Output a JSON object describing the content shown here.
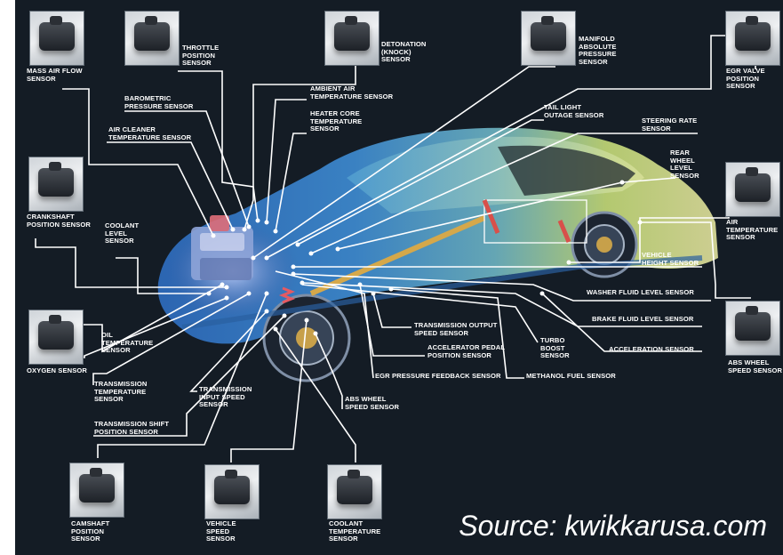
{
  "labels": {
    "mass_air_flow": "MASS AIR FLOW\nSENSOR",
    "throttle_position": "THROTTLE\nPOSITION\nSENSOR",
    "detonation": "DETONATION\n(KNOCK)\nSENSOR",
    "manifold_pressure": "MANIFOLD\nABSOLUTE\nPRESSURE\nSENSOR",
    "egr_valve": "EGR VALVE\nPOSITION\nSENSOR",
    "barometric": "BAROMETRIC\nPRESSURE SENSOR",
    "ambient_air": "AMBIENT AIR\nTEMPERATURE SENSOR",
    "heater_core": "HEATER CORE\nTEMPERATURE\nSENSOR",
    "tail_light": "TAIL LIGHT\nOUTAGE SENSOR",
    "steering_rate": "STEERING RATE\nSENSOR",
    "air_cleaner": "AIR CLEANER\nTEMPERATURE SENSOR",
    "rear_wheel_level": "REAR\nWHEEL\nLEVEL\nSENSOR",
    "crankshaft": "CRANKSHAFT\nPOSITION SENSOR",
    "coolant_level": "COOLANT\nLEVEL\nSENSOR",
    "air_temperature": "AIR\nTEMPERATURE\nSENSOR",
    "vehicle_height": "VEHICLE\nHEIGHT SENSOR",
    "washer_fluid": "WASHER FLUID LEVEL SENSOR",
    "brake_fluid": "BRAKE FLUID LEVEL SENSOR",
    "oil_temperature": "OIL\nTEMPERATURE\nSENSOR",
    "transmission_output": "TRANSMISSION OUTPUT\nSPEED SENSOR",
    "turbo_boost": "TURBO\nBOOST\nSENSOR",
    "acceleration": "ACCELERATION SENSOR",
    "accelerator_pedal": "ACCELERATOR PEDAL\nPOSITION SENSOR",
    "oxygen": "OXYGEN SENSOR",
    "abs_wheel_right": "ABS WHEEL\nSPEED SENSOR",
    "egr_pressure": "EGR PRESSURE FEEDBACK SENSOR",
    "methanol_fuel": "METHANOL FUEL SENSOR",
    "transmission_temperature": "TRANSMISSION\nTEMPERATURE\nSENSOR",
    "transmission_input": "TRANSMISSION\nINPUT SPEED\nSENSOR",
    "abs_wheel_bottom": "ABS WHEEL\nSPEED SENSOR",
    "transmission_shift": "TRANSMISSION SHIFT\nPOSITION SENSOR",
    "camshaft": "CAMSHAFT\nPOSITION\nSENSOR",
    "vehicle_speed": "VEHICLE\nSPEED\nSENSOR",
    "coolant_temperature": "COOLANT\nTEMPERATURE\nSENSOR"
  },
  "source": "Source: kwikkarusa.com",
  "colors": {
    "background": "#141c25",
    "leader_lines": "#ffffff",
    "car_body": "#3a7fd0",
    "car_highlight": "#cbe37a"
  }
}
